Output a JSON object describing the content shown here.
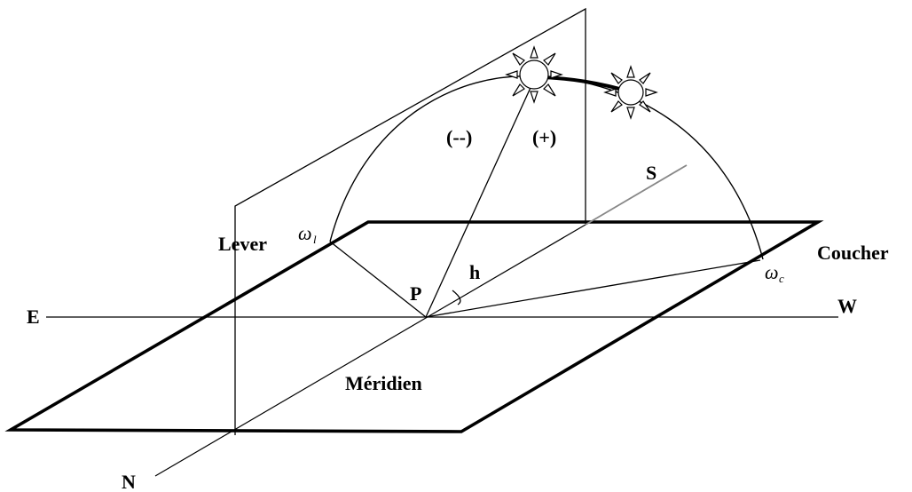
{
  "diagram": {
    "labels": {
      "east": "E",
      "west": "W",
      "north": "N",
      "south": "S",
      "sunrise": "Lever",
      "sunset": "Coucher",
      "meridian": "Méridien",
      "point": "P",
      "altitude": "h",
      "before_noon": "(--)",
      "after_noon": "(+)",
      "omega_sunrise_symbol": "ω",
      "omega_sunrise_sub": "l",
      "omega_sunset_symbol": "ω",
      "omega_sunset_sub": "c"
    },
    "icons": {
      "sun_at_noon": "sun-icon",
      "sun_afternoon": "sun-icon"
    },
    "colors": {
      "line": "#000000",
      "south_axis": "#888888",
      "background": "#ffffff"
    }
  }
}
